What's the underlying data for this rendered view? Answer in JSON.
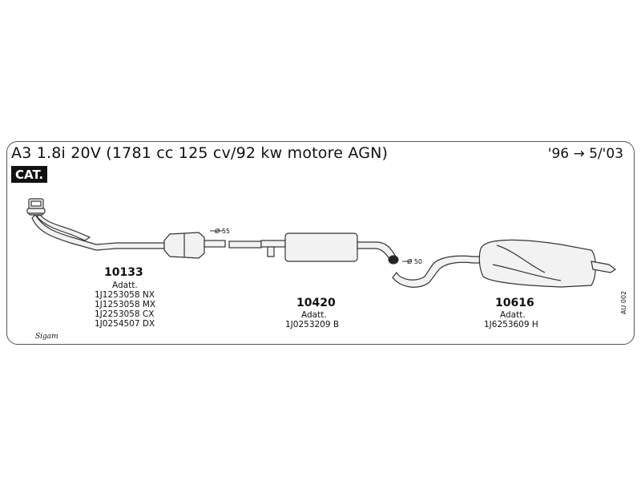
{
  "header": {
    "title": "A3 1.8i 20V (1781 cc 125 cv/92 kw motore AGN)",
    "years": "'96 → 5/'03",
    "badge": "CAT."
  },
  "parts": [
    {
      "code": "10133",
      "note": "Adatt.",
      "refs": [
        "1J1253058 NX",
        "1J1253058 MX",
        "1J2253058 CX",
        "1J0254507 DX"
      ]
    },
    {
      "code": "10420",
      "note": "Adatt.",
      "refs": [
        "1J0253209 B"
      ]
    },
    {
      "code": "10616",
      "note": "Adatt.",
      "refs": [
        "1J6253609 H"
      ]
    }
  ],
  "dimensions": {
    "d1": "Ø 55",
    "d2": "Ø 50"
  },
  "brand": "Sigam",
  "page_id": "AU 002"
}
